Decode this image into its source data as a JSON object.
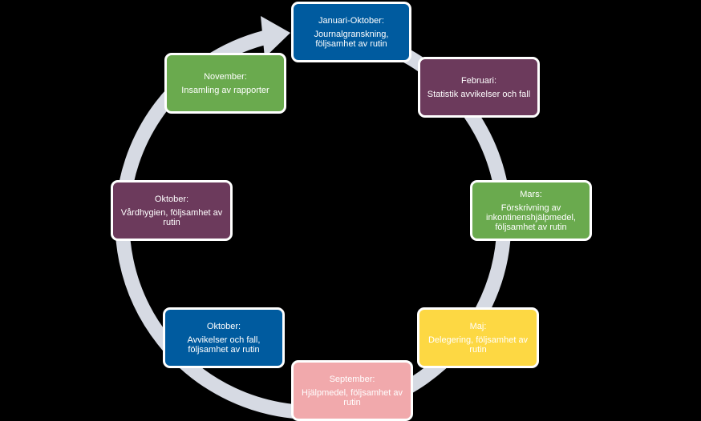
{
  "colors": {
    "background": "#000000",
    "ring": "#d6dae3",
    "blue": "#005b9f",
    "purple": "#6c3a5c",
    "green": "#6aaa4e",
    "yellow": "#fdd843",
    "pink": "#f1a9ac",
    "border": "#ffffff"
  },
  "steps": [
    {
      "heading": "Januari-Oktober:",
      "body": "Journalgranskning, följsamhet av rutin",
      "color": "blue"
    },
    {
      "heading": "Februari:",
      "body": "Statistik avvikelser och fall",
      "color": "purple"
    },
    {
      "heading": "Mars:",
      "body": "Förskrivning av inkontinenshjälpmedel, följsamhet av rutin",
      "color": "green"
    },
    {
      "heading": "Maj:",
      "body": "Delegering, följsamhet av rutin",
      "color": "yellow"
    },
    {
      "heading": "September:",
      "body": "Hjälpmedel, följsamhet av rutin",
      "color": "pink"
    },
    {
      "heading": "Oktober:",
      "body": "Avvikelser och fall, följsamhet av rutin",
      "color": "blue"
    },
    {
      "heading": "Oktober:",
      "body": "Vårdhygien, följsamhet av rutin",
      "color": "purple"
    },
    {
      "heading": "November:",
      "body": "Insamling av rapporter",
      "color": "green"
    }
  ]
}
